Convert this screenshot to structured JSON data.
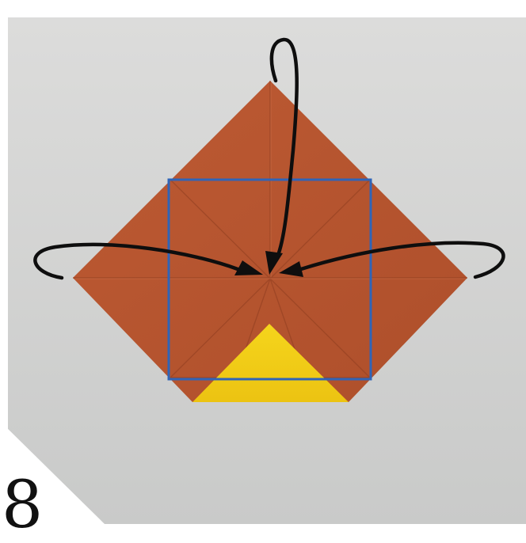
{
  "step": {
    "number": "8"
  },
  "colors": {
    "background_top": "#d9dad9",
    "background_bottom": "#c7c8c7",
    "paper": "#b85732",
    "paper_shadow": "#a24b2a",
    "inner_flap": "#f3cf19",
    "guide_square": "#2f64b8",
    "arrows": "#0e0e0e",
    "step_number": "#111111"
  },
  "illustration": {
    "subject": "origami-fold-diagram",
    "arrows": [
      "top-arrow",
      "left-arrow",
      "right-arrow"
    ]
  }
}
